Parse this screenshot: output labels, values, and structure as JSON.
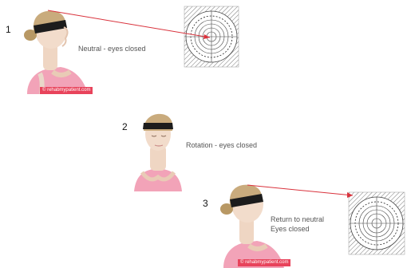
{
  "steps": [
    {
      "number": "1",
      "caption": "Neutral - eyes closed"
    },
    {
      "number": "2",
      "caption": "Rotation - eyes closed"
    },
    {
      "number": "3",
      "caption_line1": "Return to neutral",
      "caption_line2": "Eyes closed"
    }
  ],
  "watermark": "© rehabmypatient.com",
  "colors": {
    "laser_line": "#d9323c",
    "headband": "#1c1c1c",
    "shirt": "#f2a3b8",
    "watermark_bg": "#e8435b"
  },
  "icons": [
    "person-photo",
    "target-icon",
    "laser-line"
  ]
}
